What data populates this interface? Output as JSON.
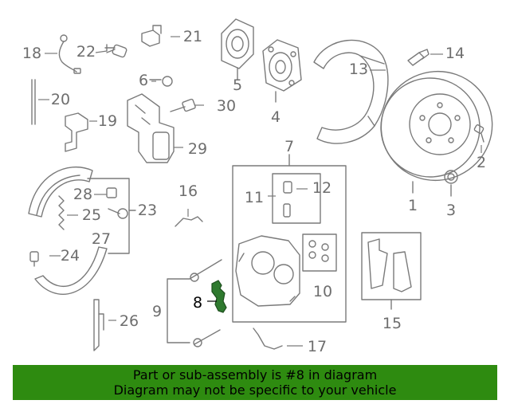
{
  "callouts": [
    {
      "id": "c1",
      "text": "1"
    },
    {
      "id": "c2",
      "text": "2"
    },
    {
      "id": "c3",
      "text": "3"
    },
    {
      "id": "c4",
      "text": "4"
    },
    {
      "id": "c5",
      "text": "5"
    },
    {
      "id": "c6",
      "text": "6"
    },
    {
      "id": "c7",
      "text": "7"
    },
    {
      "id": "c8",
      "text": "8"
    },
    {
      "id": "c9",
      "text": "9"
    },
    {
      "id": "c10",
      "text": "10"
    },
    {
      "id": "c11",
      "text": "11"
    },
    {
      "id": "c12",
      "text": "12"
    },
    {
      "id": "c13",
      "text": "13"
    },
    {
      "id": "c14",
      "text": "14"
    },
    {
      "id": "c15",
      "text": "15"
    },
    {
      "id": "c16",
      "text": "16"
    },
    {
      "id": "c17",
      "text": "17"
    },
    {
      "id": "c18",
      "text": "18"
    },
    {
      "id": "c19",
      "text": "19"
    },
    {
      "id": "c20",
      "text": "20"
    },
    {
      "id": "c21",
      "text": "21"
    },
    {
      "id": "c22",
      "text": "22"
    },
    {
      "id": "c23",
      "text": "23"
    },
    {
      "id": "c24",
      "text": "24"
    },
    {
      "id": "c25",
      "text": "25"
    },
    {
      "id": "c26",
      "text": "26"
    },
    {
      "id": "c27",
      "text": "27"
    },
    {
      "id": "c28",
      "text": "28"
    },
    {
      "id": "c29",
      "text": "29"
    },
    {
      "id": "c30",
      "text": "30"
    }
  ],
  "highlighted_part": "8",
  "colors": {
    "line": "#7a7a7a",
    "highlight_fill": "#2f7a2f",
    "banner_bg": "#2e8b10",
    "label": "#6e6e6e",
    "highlight_label": "#000000"
  },
  "banner": {
    "line1": "Part or sub-assembly is #8 in diagram",
    "line2": "Diagram may not be specific to your vehicle"
  }
}
